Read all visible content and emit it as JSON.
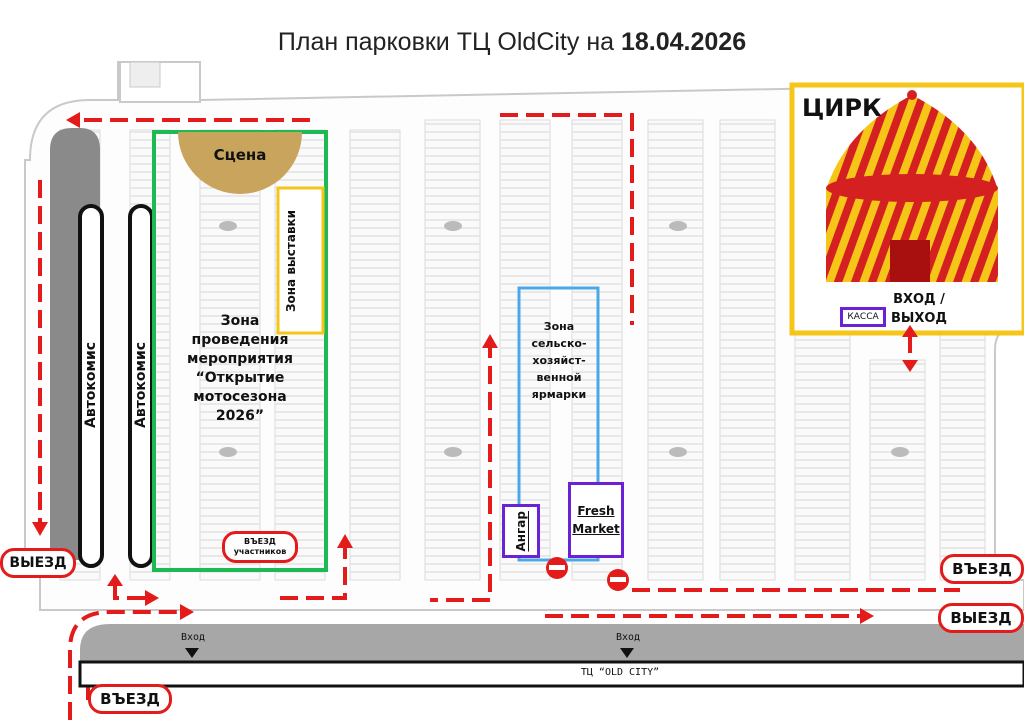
{
  "title": {
    "prefix": "План парковки ТЦ OldCity на ",
    "date": "18.04.2026"
  },
  "zones": {
    "stage": "Сцена",
    "exhibition": "Зона выставки",
    "event": "Зона проведения мероприятия “Открытие мотосезона 2026”",
    "fair": "Зона сельско-хозяйст-венной ярмарки",
    "circus": "ЦИРК",
    "entrance_exit": "ВХОД / ВЫХОД",
    "ticket_office": "КАССА",
    "hangar": "Ангар",
    "fresh_market": "Fresh Market",
    "participants_entry": "ВЪЕЗД участников",
    "autocomis_1": "Автокомис",
    "autocomis_2": "Автокомис"
  },
  "signs": {
    "exit_left": "ВЫЕЗД",
    "entry_right": "ВЪЕЗД",
    "exit_right": "ВЫЕЗД",
    "entry_bottom": "ВЪЕЗД"
  },
  "building": {
    "name": "ТЦ “OLD CITY”",
    "door_1": "Вход",
    "door_2": "Вход"
  },
  "colors": {
    "route": "#e31b1b",
    "event_zone": "#1db954",
    "exhibition": "#f5c518",
    "fair": "#4aa8e8",
    "shops": "#6b21d6",
    "stage": "#c9a45c",
    "circus_red": "#d42020",
    "circus_yellow": "#f5c518"
  }
}
